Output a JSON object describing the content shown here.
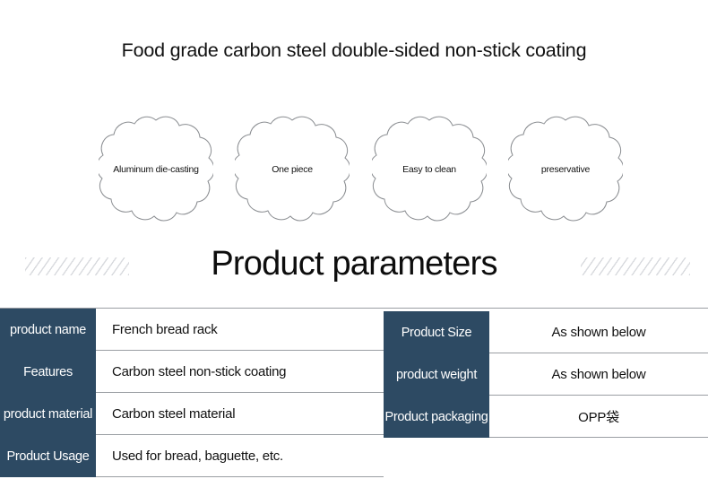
{
  "headline": "Food grade carbon steel double-sided non-stick coating",
  "badges": [
    {
      "label": "Aluminum die-casting",
      "shape": "scalloped-flower"
    },
    {
      "label": "One piece",
      "shape": "scalloped-flower"
    },
    {
      "label": "Easy to clean",
      "shape": "scalloped-flower"
    },
    {
      "label": "preservative",
      "shape": "scalloped-flower"
    }
  ],
  "section": {
    "title": "Product parameters",
    "decoration": "diagonal-hatch-stripes"
  },
  "parameters": {
    "left": [
      {
        "key": "product name",
        "value": "French bread rack"
      },
      {
        "key": "Features",
        "value": "Carbon steel non-stick coating"
      },
      {
        "key": "product material",
        "value": "Carbon steel material"
      },
      {
        "key": "Product Usage",
        "value": "Used for bread, baguette, etc."
      }
    ],
    "right": [
      {
        "key": "Product Size",
        "value": "As shown below"
      },
      {
        "key": "product weight",
        "value": "As shown below"
      },
      {
        "key": "Product packaging",
        "value": "OPP袋"
      }
    ]
  },
  "colors": {
    "key_cell_bg": "#2d4a63",
    "key_cell_text": "#ffffff",
    "border": "#9a9ea3",
    "hatch": "#d8dade",
    "page_bg": "#ffffff",
    "text": "#111111"
  }
}
